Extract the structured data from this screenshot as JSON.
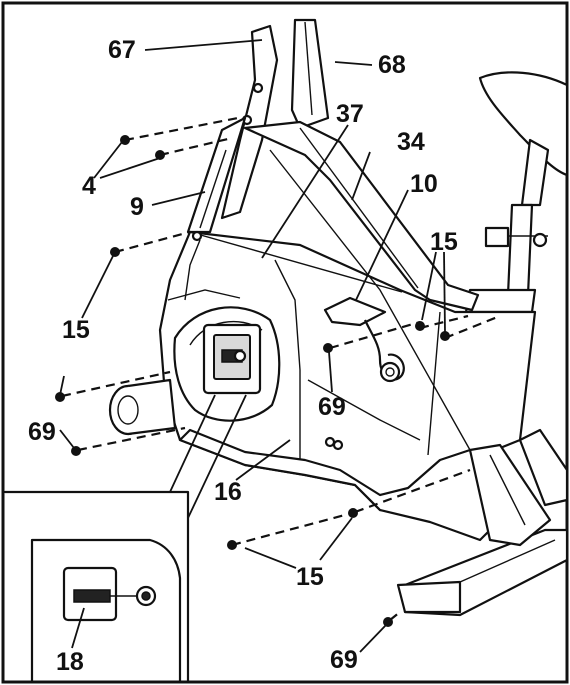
{
  "callouts": {
    "c67": "67",
    "c68": "68",
    "c37": "37",
    "c34": "34",
    "c4": "4",
    "c9": "9",
    "c10": "10",
    "c15a": "15",
    "c15b": "15",
    "c15c": "15",
    "c69a": "69",
    "c69b": "69",
    "c69c": "69",
    "c16": "16",
    "c18": "18"
  }
}
